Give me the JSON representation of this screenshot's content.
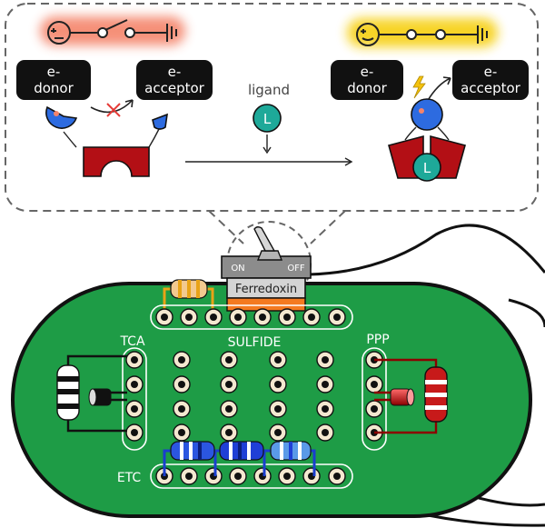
{
  "inset": {
    "left_panel": {
      "state_color": "#f4846b",
      "donor_label_line1": "e-",
      "donor_label_line2": "donor",
      "acceptor_label_line1": "e-",
      "acceptor_label_line2": "acceptor"
    },
    "middle": {
      "ligand_label": "ligand",
      "ligand_symbol": "L"
    },
    "right_panel": {
      "state_color": "#f7d21c",
      "donor_label_line1": "e-",
      "donor_label_line2": "donor",
      "acceptor_label_line1": "e-",
      "acceptor_label_line2": "acceptor",
      "bound_ligand_symbol": "L"
    }
  },
  "switch": {
    "on_label": "ON",
    "off_label": "OFF",
    "name": "Ferredoxin"
  },
  "board": {
    "color": "#1e9c46",
    "tca_label": "TCA",
    "sulfide_label": "SULFIDE",
    "ppp_label": "PPP",
    "etc_label": "ETC"
  },
  "icons": [
    "smiley-sad-icon",
    "smiley-happy-icon",
    "ground-icon",
    "lightning-icon",
    "blocked-x-icon"
  ]
}
